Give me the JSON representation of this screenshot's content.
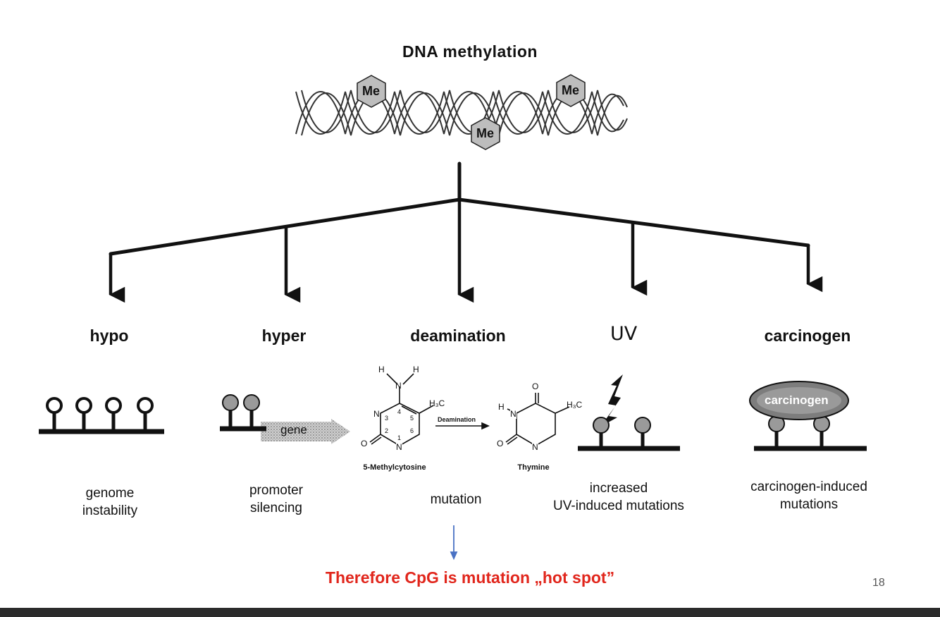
{
  "title": "DNA methylation",
  "methyl_badge": "Me",
  "branches": {
    "hypo": {
      "label": "hypo",
      "description": [
        "genome",
        "instability"
      ]
    },
    "hyper": {
      "label": "hyper",
      "gene_label": "gene",
      "description": [
        "promoter",
        "silencing"
      ]
    },
    "deamination": {
      "label": "deamination",
      "reactant": "5-Methylcytosine",
      "product": "Thymine",
      "reaction": "Deamination",
      "description": "mutation"
    },
    "uv": {
      "label": "UV",
      "description": [
        "increased",
        "UV-induced mutations"
      ]
    },
    "carcinogen": {
      "label": "carcinogen",
      "badge": "carcinogen",
      "description": [
        "carcinogen-induced",
        "mutations"
      ]
    }
  },
  "chem_labels": {
    "H": "H",
    "N": "N",
    "O": "O",
    "H3C": "H₃C",
    "n1": "1",
    "n2": "2",
    "n3": "3",
    "n4": "4",
    "n5": "5",
    "n6": "6"
  },
  "conclusion": "Therefore CpG is mutation „hot spot”",
  "page_number": "18",
  "colors": {
    "conclusion": "#e1261c",
    "arrow_blue": "#4a72c4",
    "footer": "#2b2b2b"
  }
}
